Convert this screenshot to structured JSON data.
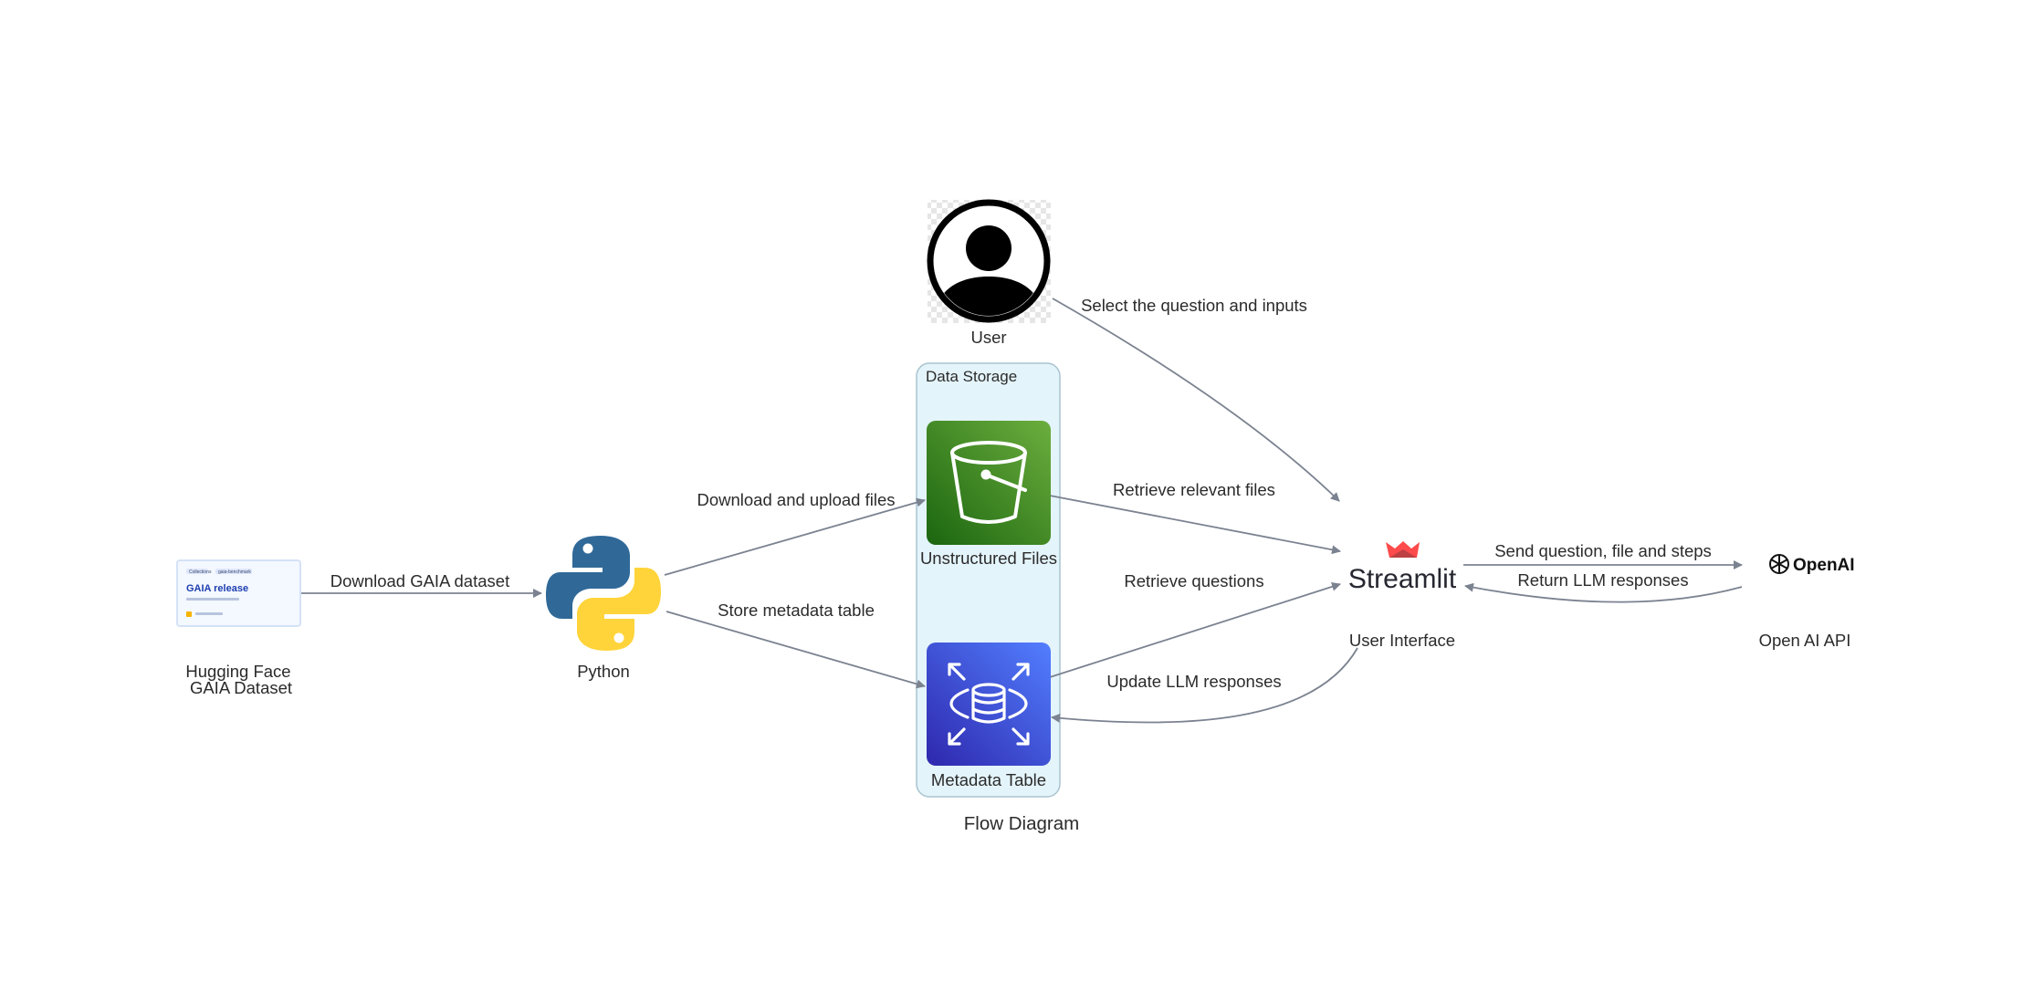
{
  "diagram": {
    "title": "Flow Diagram",
    "cluster": {
      "label": "Data Storage"
    },
    "nodes": {
      "huggingface": {
        "label_line1": "Hugging Face",
        "label_line2": "GAIA Dataset",
        "thumb_title": "GAIA release",
        "thumb_tag1": "Collections",
        "thumb_tag2": "gaia-benchmark"
      },
      "python": {
        "label": "Python"
      },
      "user": {
        "label": "User"
      },
      "s3": {
        "label": "Unstructured Files"
      },
      "rds": {
        "label": "Metadata Table"
      },
      "streamlit": {
        "label": "User Interface",
        "logo_text": "Streamlit"
      },
      "openai": {
        "label": "Open AI API",
        "logo_text": "OpenAI"
      }
    },
    "edges": {
      "hf_python": "Download GAIA dataset",
      "python_s3": "Download and upload files",
      "python_rds": "Store metadata table",
      "user_streamlit": "Select the question and inputs",
      "s3_streamlit": "Retrieve relevant files",
      "rds_streamlit": "Retrieve questions",
      "streamlit_rds": "Update LLM responses",
      "streamlit_openai": "Send question, file and steps",
      "openai_streamlit": "Return LLM responses"
    },
    "colors": {
      "edge": "#7b8290",
      "cluster_fill": "#e4f4fb",
      "cluster_stroke": "#a9c3cf",
      "s3_green": "#3f8624",
      "rds_blue": "#3b48cc",
      "python_blue": "#306998",
      "python_yellow": "#ffd43b",
      "streamlit_red": "#ff4b4b"
    }
  }
}
